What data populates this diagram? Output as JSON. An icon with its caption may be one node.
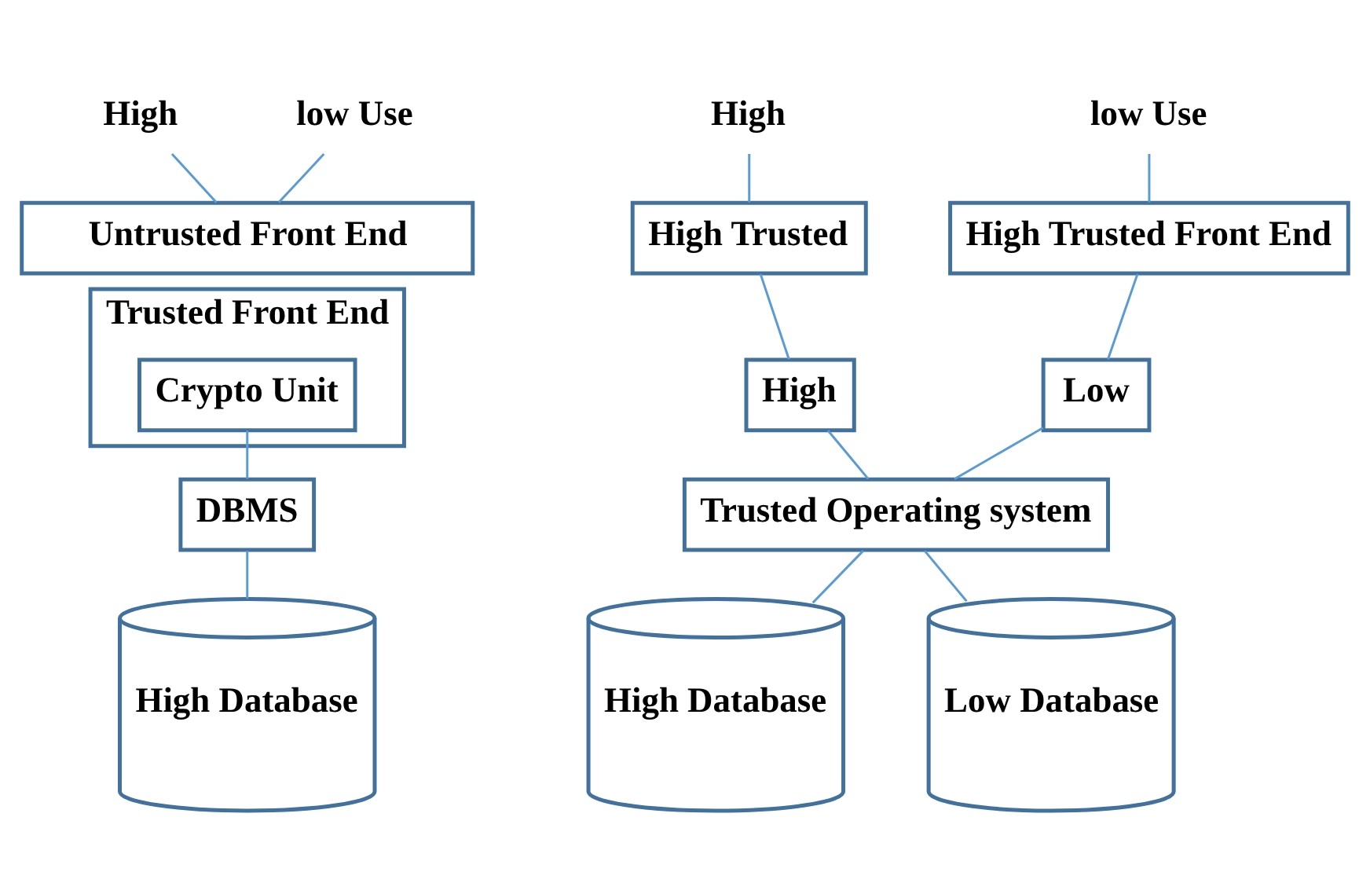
{
  "diagram": {
    "nodes": [
      {
        "text": [
          "High"
        ]
      },
      {
        "text": [
          "low Use"
        ]
      },
      {
        "text": [
          "Untrusted Front End"
        ]
      },
      {
        "text": [
          "Trusted Front End"
        ]
      },
      {
        "text": [
          "Crypto Unit"
        ],
        "in": 3
      },
      {
        "text": [
          "DBMS"
        ]
      },
      {
        "text": [
          "High Database"
        ]
      },
      {
        "text": [
          "High"
        ]
      },
      {
        "text": [
          "low Use"
        ]
      },
      {
        "text": [
          "High Trusted"
        ]
      },
      {
        "text": [
          "High Trusted Front End"
        ]
      },
      {
        "text": [
          "High"
        ]
      },
      {
        "text": [
          "Low"
        ]
      },
      {
        "text": [
          "Trusted Operating system"
        ]
      },
      {
        "text": [
          "High Database"
        ]
      },
      {
        "text": [
          "Low Database"
        ]
      }
    ],
    "edges": [
      {
        "from": 0,
        "to": 2,
        "arrow": "none"
      },
      {
        "from": 1,
        "to": 2,
        "arrow": "none"
      },
      {
        "from": 4,
        "to": 5,
        "arrow": "none"
      },
      {
        "from": 5,
        "to": 6,
        "arrow": "none"
      },
      {
        "from": 7,
        "to": 9,
        "arrow": "none"
      },
      {
        "from": 8,
        "to": 10,
        "arrow": "none"
      },
      {
        "from": 9,
        "to": 11,
        "arrow": "none"
      },
      {
        "from": 10,
        "to": 12,
        "arrow": "none"
      },
      {
        "from": 11,
        "to": 13,
        "arrow": "none"
      },
      {
        "from": 12,
        "to": 13,
        "arrow": "none"
      },
      {
        "from": 13,
        "to": 14,
        "arrow": "none"
      },
      {
        "from": 13,
        "to": 15,
        "arrow": "none"
      }
    ]
  }
}
